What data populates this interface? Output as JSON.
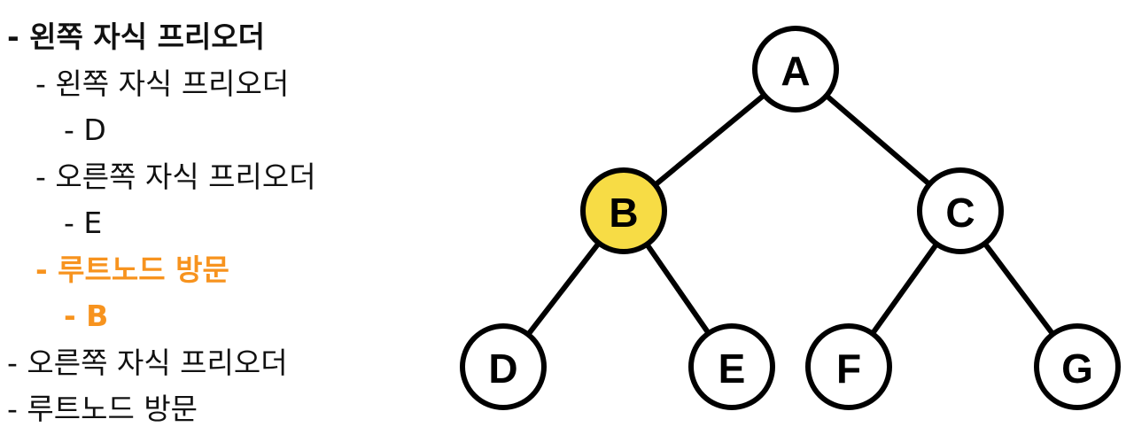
{
  "steps": [
    {
      "text": "- 왼쪽 자식 프리오더",
      "level": 0,
      "bold": true,
      "highlight": false
    },
    {
      "text": "- 왼쪽 자식 프리오더",
      "level": 1,
      "bold": false,
      "highlight": false
    },
    {
      "text": "- D",
      "level": 2,
      "bold": false,
      "highlight": false
    },
    {
      "text": "- 오른쪽 자식 프리오더",
      "level": 1,
      "bold": false,
      "highlight": false
    },
    {
      "text": "- E",
      "level": 2,
      "bold": false,
      "highlight": false
    },
    {
      "text": "- 루트노드 방문",
      "level": 1,
      "bold": true,
      "highlight": true
    },
    {
      "text": "- B",
      "level": 2,
      "bold": true,
      "highlight": true
    },
    {
      "text": "- 오른쪽 자식 프리오더",
      "level": 0,
      "bold": false,
      "highlight": false
    },
    {
      "text": "- 루트노드 방문",
      "level": 0,
      "bold": false,
      "highlight": false
    }
  ],
  "tree": {
    "nodes": [
      {
        "id": "A",
        "label": "A",
        "highlight": false
      },
      {
        "id": "B",
        "label": "B",
        "highlight": true
      },
      {
        "id": "C",
        "label": "C",
        "highlight": false
      },
      {
        "id": "D",
        "label": "D",
        "highlight": false
      },
      {
        "id": "E",
        "label": "E",
        "highlight": false
      },
      {
        "id": "F",
        "label": "F",
        "highlight": false
      },
      {
        "id": "G",
        "label": "G",
        "highlight": false
      }
    ],
    "edges": [
      [
        "A",
        "B"
      ],
      [
        "A",
        "C"
      ],
      [
        "B",
        "D"
      ],
      [
        "B",
        "E"
      ],
      [
        "C",
        "F"
      ],
      [
        "C",
        "G"
      ]
    ]
  },
  "colors": {
    "text": "#111111",
    "highlight_text": "#F7931E",
    "node_fill": "#FFFFFF",
    "node_highlight_fill": "#F7DC45",
    "stroke": "#000000"
  }
}
